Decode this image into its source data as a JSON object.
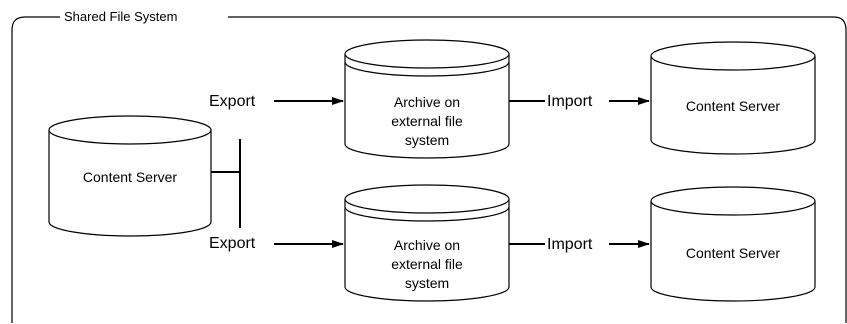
{
  "frame": {
    "title": "Shared File System"
  },
  "source": {
    "label": "Content Server"
  },
  "edges": {
    "export_top": "Export",
    "export_bottom": "Export",
    "import_top": "Import",
    "import_bottom": "Import"
  },
  "archives": [
    {
      "line1": "Archive on",
      "line2": "external file",
      "line3": "system"
    },
    {
      "line1": "Archive on",
      "line2": "external file",
      "line3": "system"
    }
  ],
  "targets": [
    {
      "label": "Content Server"
    },
    {
      "label": "Content Server"
    }
  ],
  "colors": {
    "stroke": "#000000",
    "fill": "#ffffff"
  }
}
